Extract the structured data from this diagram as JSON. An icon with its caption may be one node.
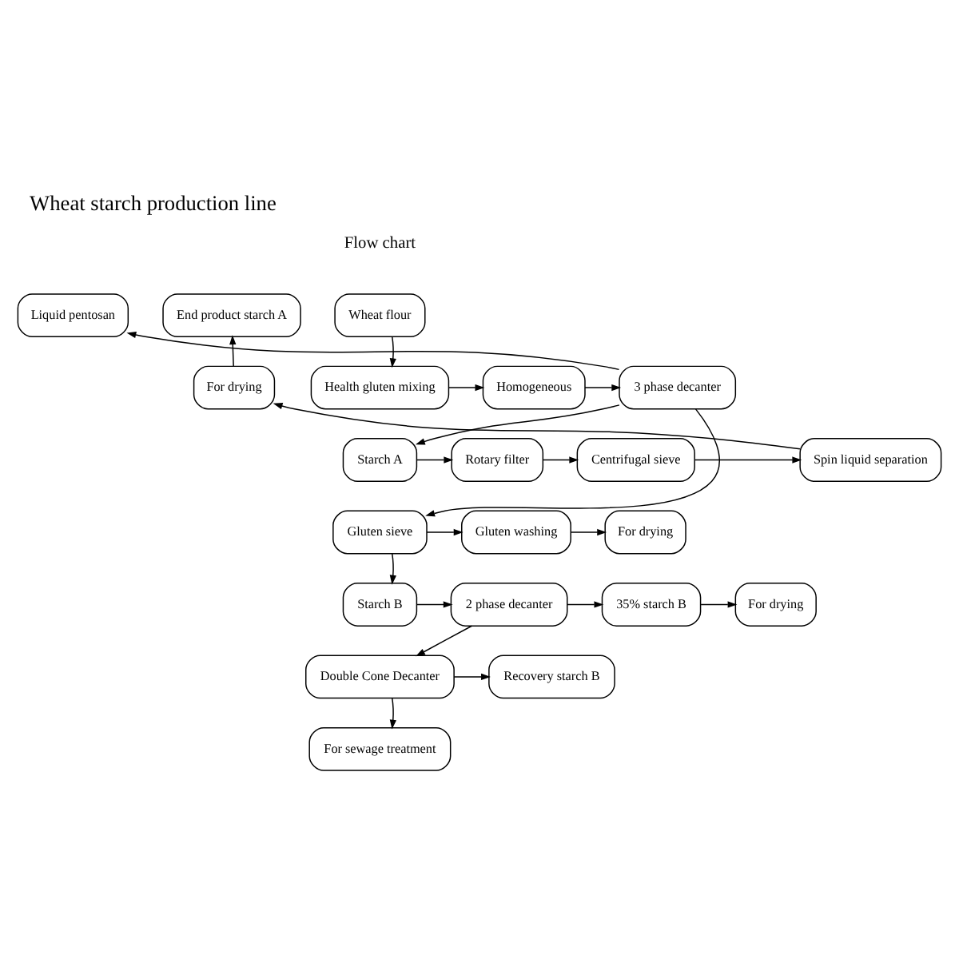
{
  "diagram": {
    "title": "Wheat starch production line",
    "nodes": [
      {
        "text": [
          "Wheat flour"
        ]
      },
      {
        "text": [
          "Liquid pentosan"
        ]
      },
      {
        "text": [
          "End product starch A"
        ]
      },
      {
        "text": [
          "Health gluten mixing"
        ]
      },
      {
        "text": [
          "Homogeneous"
        ]
      },
      {
        "text": [
          "3 phase decanter"
        ]
      },
      {
        "text": [
          "For drying"
        ]
      },
      {
        "text": [
          "Starch A"
        ]
      },
      {
        "text": [
          "Rotary filter"
        ]
      },
      {
        "text": [
          "Centrifugal sieve"
        ]
      },
      {
        "text": [
          "Spin liquid separation"
        ]
      },
      {
        "text": [
          "Gluten sieve"
        ]
      },
      {
        "text": [
          "Gluten washing"
        ]
      },
      {
        "text": [
          "For drying"
        ]
      },
      {
        "text": [
          "Starch B"
        ]
      },
      {
        "text": [
          "2 phase decanter"
        ]
      },
      {
        "text": [
          "35% starch B"
        ]
      },
      {
        "text": [
          "For drying"
        ]
      },
      {
        "text": [
          "Double Cone Decanter"
        ]
      },
      {
        "text": [
          "Recovery starch B"
        ]
      },
      {
        "text": [
          "For sewage treatment"
        ]
      }
    ],
    "edges": [
      {
        "from": 0,
        "to": 3,
        "arrow": "to"
      },
      {
        "from": 3,
        "to": 4,
        "arrow": "to"
      },
      {
        "from": 4,
        "to": 5,
        "arrow": "to"
      },
      {
        "from": 5,
        "to": 1,
        "arrow": "to"
      },
      {
        "from": 5,
        "to": 7,
        "arrow": "to"
      },
      {
        "from": 5,
        "to": 11,
        "arrow": "to"
      },
      {
        "from": 7,
        "to": 8,
        "arrow": "to"
      },
      {
        "from": 8,
        "to": 9,
        "arrow": "to"
      },
      {
        "from": 9,
        "to": 10,
        "arrow": "to"
      },
      {
        "from": 10,
        "to": 6,
        "arrow": "to"
      },
      {
        "from": 6,
        "to": 2,
        "arrow": "to"
      },
      {
        "from": 11,
        "to": 12,
        "arrow": "to"
      },
      {
        "from": 12,
        "to": 13,
        "arrow": "to"
      },
      {
        "from": 11,
        "to": 14,
        "arrow": "to"
      },
      {
        "from": 14,
        "to": 15,
        "arrow": "to"
      },
      {
        "from": 15,
        "to": 16,
        "arrow": "to"
      },
      {
        "from": 16,
        "to": 17,
        "arrow": "to"
      },
      {
        "from": 15,
        "to": 18,
        "arrow": "to"
      },
      {
        "from": 18,
        "to": 19,
        "arrow": "to"
      },
      {
        "from": 18,
        "to": 20,
        "arrow": "to"
      }
    ],
    "labels": [
      "Flow chart"
    ]
  }
}
